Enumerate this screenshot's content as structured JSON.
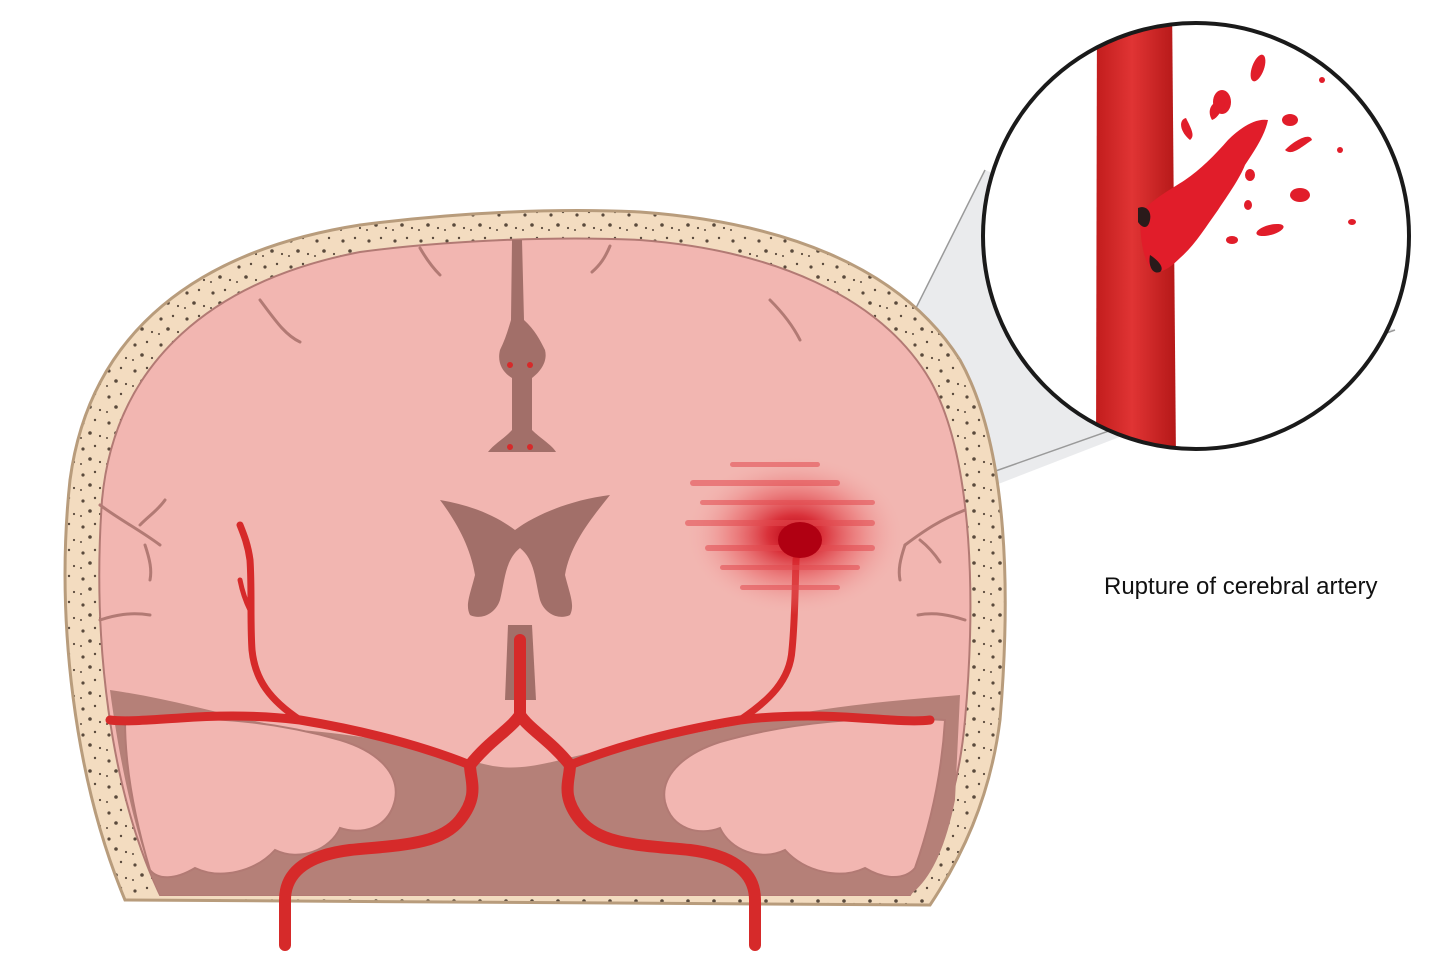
{
  "figure": {
    "caption": "Rupture of cerebral artery"
  },
  "colors": {
    "skull_outer": "#c9b397",
    "skull_fill": "#f3dcc0",
    "brain": "#f2b6b1",
    "brain_outline": "#a8706a",
    "ventricle": "#a26f69",
    "deep_tissue": "#b58078",
    "artery": "#d62a2a",
    "artery_dark": "#b01818",
    "hemorrhage": "#d01020",
    "zoom_cone": "#e6e7ea",
    "lens_border": "#1a1a1a"
  },
  "icons": {
    "brain": "brain-coronal-section",
    "lens": "magnifier-inset"
  }
}
